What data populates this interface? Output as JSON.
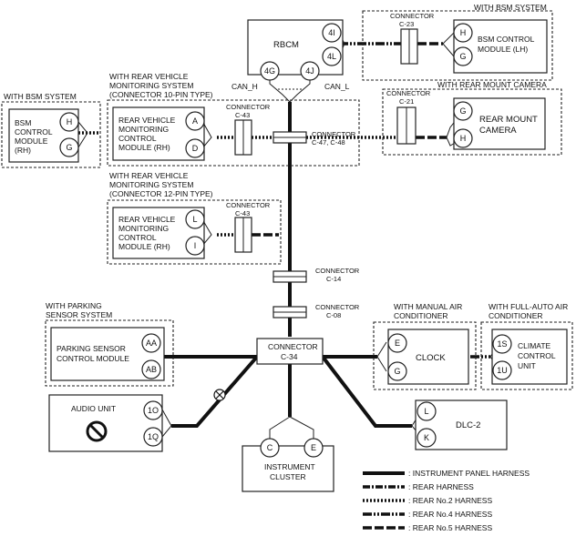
{
  "modules": {
    "rbcm": "RBCM",
    "bsm_lh": [
      "BSM CONTROL",
      "MODULE (LH)"
    ],
    "bsm_rh": [
      "BSM",
      "CONTROL",
      "MODULE",
      "(RH)"
    ],
    "rvm10": [
      "REAR VEHICLE",
      "MONITORING",
      "CONTROL",
      "MODULE (RH)"
    ],
    "rvm12": [
      "REAR VEHICLE",
      "MONITORING",
      "CONTROL",
      "MODULE (RH)"
    ],
    "rear_camera": [
      "REAR MOUNT",
      "CAMERA"
    ],
    "parking": [
      "PARKING SENSOR",
      "CONTROL MODULE"
    ],
    "audio": "AUDIO UNIT",
    "clock": "CLOCK",
    "climate": [
      "CLIMATE",
      "CONTROL",
      "UNIT"
    ],
    "dlc": "DLC-2",
    "cluster": [
      "INSTRUMENT",
      "CLUSTER"
    ]
  },
  "groups": {
    "bsm_system_top": "WITH BSM SYSTEM",
    "bsm_system_left": "WITH BSM SYSTEM",
    "rvm10": [
      "WITH REAR VEHICLE",
      "MONITORING SYSTEM",
      "(CONNECTOR 10-PIN TYPE)"
    ],
    "rvm12": [
      "WITH REAR VEHICLE",
      "MONITORING SYSTEM",
      "(CONNECTOR 12-PIN TYPE)"
    ],
    "rear_camera": "WITH REAR MOUNT CAMERA",
    "parking": [
      "WITH PARKING",
      "SENSOR SYSTEM"
    ],
    "manual_ac": [
      "WITH MANUAL AIR",
      "CONDITIONER"
    ],
    "auto_ac": [
      "WITH FULL-AUTO AIR",
      "CONDITIONER"
    ]
  },
  "pins": {
    "rbcm_4i": "4I",
    "rbcm_4l": "4L",
    "rbcm_4g": "4G",
    "rbcm_4j": "4J",
    "bsm_lh_h": "H",
    "bsm_lh_g": "G",
    "bsm_rh_h": "H",
    "bsm_rh_g": "G",
    "rvm10_a": "A",
    "rvm10_d": "D",
    "rvm12_l": "L",
    "rvm12_i": "I",
    "cam_g": "G",
    "cam_h": "H",
    "park_aa": "AA",
    "park_ab": "AB",
    "audio_1o": "1O",
    "audio_1q": "1Q",
    "clock_e": "E",
    "clock_g": "G",
    "climate_1s": "1S",
    "climate_1u": "1U",
    "dlc_l": "L",
    "dlc_k": "K",
    "cluster_c": "C",
    "cluster_e": "E"
  },
  "connectors": {
    "word": "CONNECTOR",
    "c23": "C-23",
    "c43a": "C-43",
    "c43b": "C-43",
    "c21": "C-21",
    "c4748": "C-47, C-48",
    "c14": "C-14",
    "c08": "C-08",
    "c34_word": "CONNECTOR",
    "c34": "C-34"
  },
  "signals": {
    "can_h": "CAN_H",
    "can_l": "CAN_L"
  },
  "legend": [
    ": INSTRUMENT PANEL HARNESS",
    ": REAR HARNESS",
    ": REAR No.2 HARNESS",
    ": REAR No.4 HARNESS",
    ": REAR No.5 HARNESS"
  ]
}
